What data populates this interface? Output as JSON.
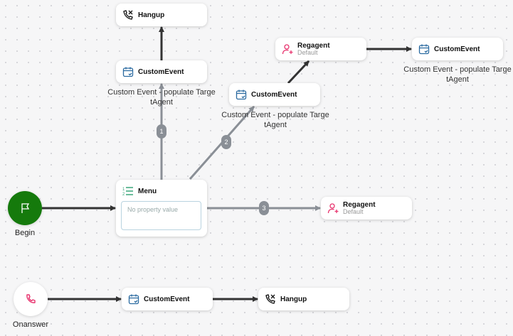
{
  "nodes": {
    "hangup_top": {
      "title": "Hangup",
      "icon": "hangup-icon"
    },
    "custom_event_1": {
      "title": "CustomEvent",
      "caption_line1": "Custom Event - populate Targe",
      "caption_line2": "tAgent",
      "icon": "calendar-check-icon"
    },
    "custom_event_2": {
      "title": "CustomEvent",
      "caption_line1": "Custom Event - populate Targe",
      "caption_line2": "tAgent",
      "icon": "calendar-check-icon"
    },
    "regagent_top": {
      "title": "Regagent",
      "subtitle": "Default",
      "icon": "user-add-icon"
    },
    "custom_event_3": {
      "title": "CustomEvent",
      "caption_line1": "Custom Event - populate Targe",
      "caption_line2": "tAgent",
      "icon": "calendar-check-icon"
    },
    "menu": {
      "title": "Menu",
      "placeholder": "No property value",
      "icon": "numbered-list-icon"
    },
    "regagent_right": {
      "title": "Regagent",
      "subtitle": "Default",
      "icon": "user-add-icon"
    },
    "begin": {
      "label": "Begin",
      "icon": "flag-icon",
      "color": "#157a0c"
    },
    "onanswer": {
      "label": "Onanswer",
      "icon": "phone-icon",
      "color": "#e8336e"
    },
    "custom_event_4": {
      "title": "CustomEvent",
      "icon": "calendar-check-icon"
    },
    "hangup_bottom": {
      "title": "Hangup",
      "icon": "hangup-icon"
    }
  },
  "badges": [
    "1",
    "2",
    "3"
  ],
  "colors": {
    "edge_dark": "#333333",
    "edge_gray": "#8a8f96",
    "accent_blue": "#2a6aa0",
    "accent_pink": "#e8336e",
    "menu_green": "#3aa57a"
  }
}
